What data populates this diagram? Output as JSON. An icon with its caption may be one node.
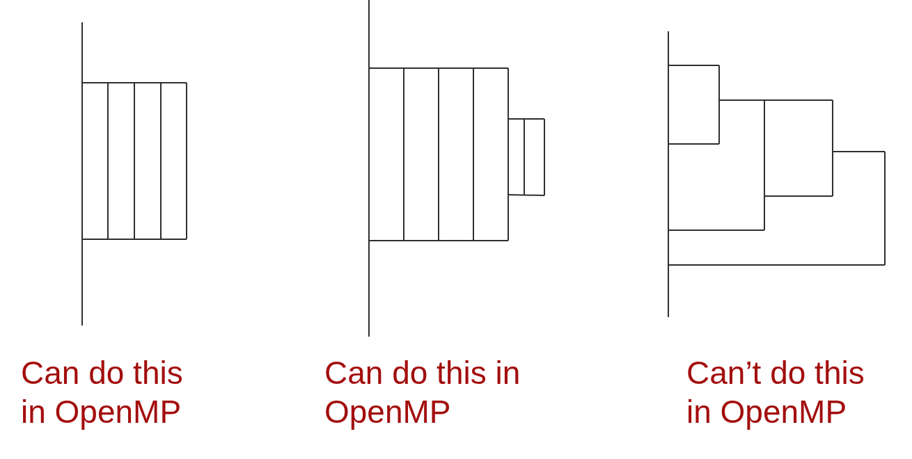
{
  "diagram": {
    "labels": [
      "Can do this in OpenMP",
      "Can do this in OpenMP",
      "Can’t do this in OpenMP"
    ]
  }
}
